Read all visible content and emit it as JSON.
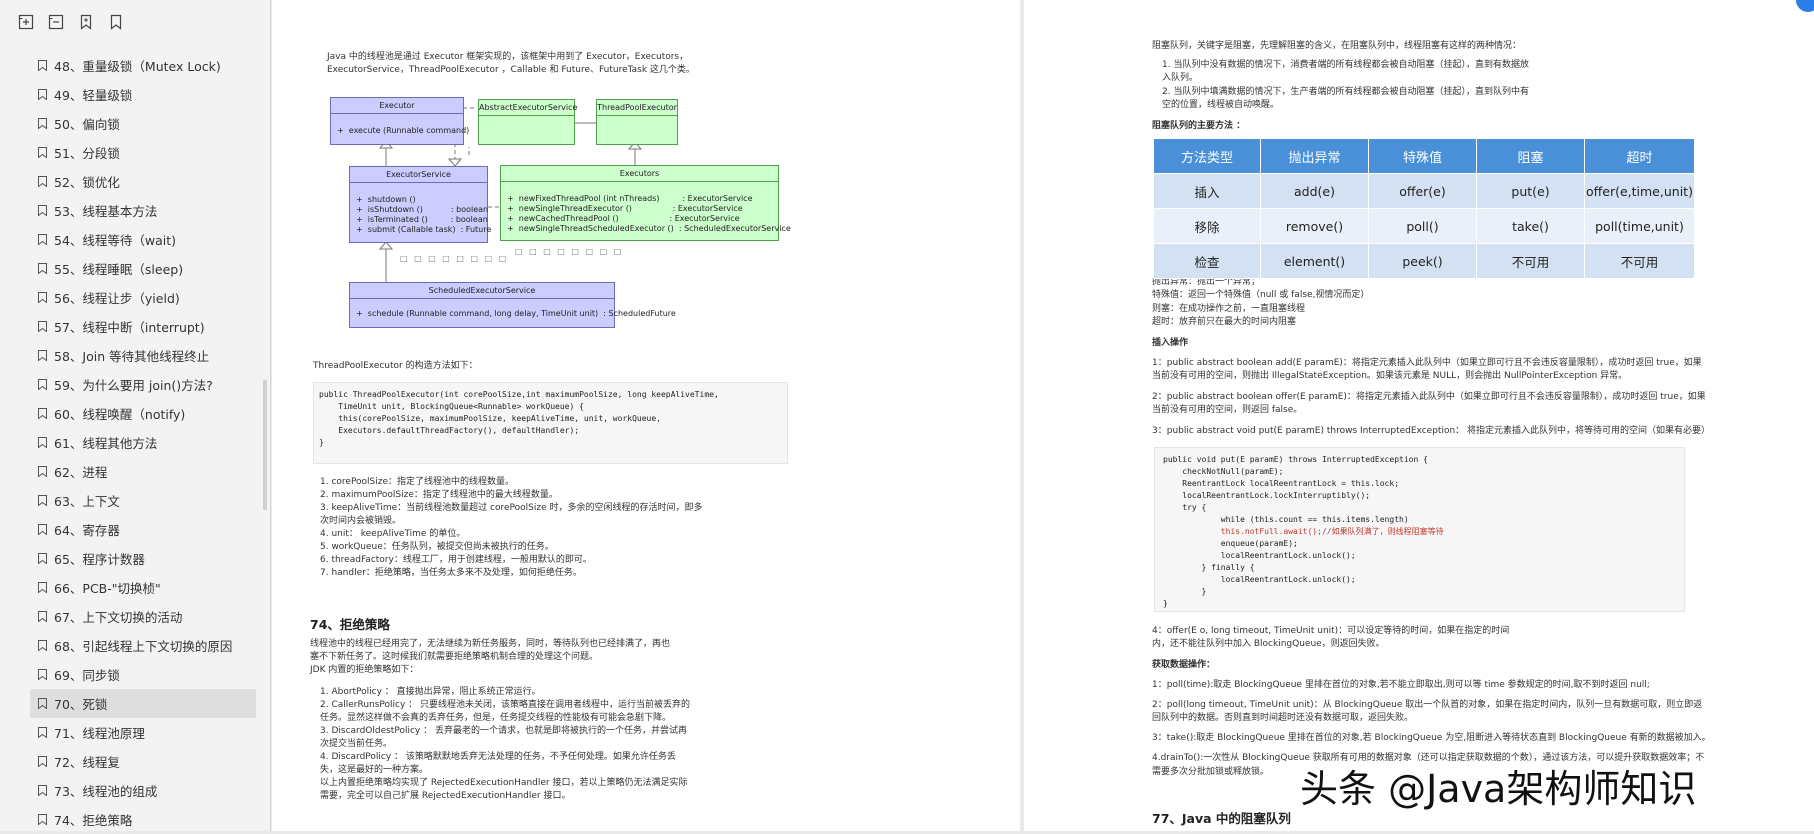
{
  "sidebar": {
    "toolbar_icons": [
      "expand-all-icon",
      "collapse-all-icon",
      "bookmark-add-icon",
      "bookmark-icon"
    ],
    "items": [
      {
        "label": "48、重量级锁（Mutex Lock)"
      },
      {
        "label": "49、轻量级锁"
      },
      {
        "label": "50、偏向锁"
      },
      {
        "label": "51、分段锁"
      },
      {
        "label": "52、锁优化"
      },
      {
        "label": "53、线程基本方法"
      },
      {
        "label": "54、线程等待（wait)"
      },
      {
        "label": "55、线程睡眠（sleep)"
      },
      {
        "label": "56、线程让步（yield)"
      },
      {
        "label": "57、线程中断（interrupt)"
      },
      {
        "label": "58、Join 等待其他线程终止"
      },
      {
        "label": "59、为什么要用 join()方法?"
      },
      {
        "label": "60、线程唤醒（notify)"
      },
      {
        "label": "61、线程其他方法"
      },
      {
        "label": "62、进程"
      },
      {
        "label": "63、上下文"
      },
      {
        "label": "64、寄存器"
      },
      {
        "label": "65、程序计数器"
      },
      {
        "label": "66、PCB-\"切换桢\""
      },
      {
        "label": "67、上下文切换的活动"
      },
      {
        "label": "68、引起线程上下文切换的原因"
      },
      {
        "label": "69、同步锁"
      },
      {
        "label": "70、死锁",
        "active": true
      },
      {
        "label": "71、线程池原理"
      },
      {
        "label": "72、线程复"
      },
      {
        "label": "73、线程池的组成"
      },
      {
        "label": "74、拒绝策略"
      }
    ]
  },
  "left_page": {
    "intro": [
      "Java 中的线程池是通过 Executor 框架实现的，该框架中用到了 Executor，Executors，",
      "ExecutorService，ThreadPoolExecutor ，Callable 和 Future、FutureTask 这几个类。"
    ],
    "uml": {
      "executor": {
        "title": "Executor",
        "body": "+  execute (Runnable command)"
      },
      "abstract": {
        "title": "AbstractExecutorService"
      },
      "tpe": {
        "title": "ThreadPoolExecutor"
      },
      "executor_service": {
        "title": "ExecutorService",
        "body": "+  shutdown ()\n+  isShutdown ()           : boolean\n+  isTerminated ()         : boolean\n+  submit (Callable task)  : Future"
      },
      "executors": {
        "title": "Executors",
        "body": "+  newFixedThreadPool (int nThreads)         : ExecutorService\n+  newSingleThreadExecutor ()                : ExecutorService\n+  newCachedThreadPool ()                    : ExecutorService\n+  newSingleThreadScheduledExecutor ()  : ScheduledExecutorService"
      },
      "scheduled": {
        "title": "ScheduledExecutorService",
        "body": "+  schedule (Runnable command, long delay, TimeUnit unit)  : ScheduledFuture"
      },
      "dots1": "□ □ □ □ □ □ □ □",
      "dots2": "□ □ □ □ □ □ □ □"
    },
    "ctor_label": "ThreadPoolExecutor 的构造方法如下：",
    "code": [
      "public ThreadPoolExecutor(int corePoolSize,int maximumPoolSize, long keepAliveTime,",
      "    TimeUnit unit, BlockingQueue<Runnable> workQueue) {",
      "",
      "    this(corePoolSize, maximumPoolSize, keepAliveTime, unit, workQueue,",
      "    Executors.defaultThreadFactory(), defaultHandler);",
      "}"
    ],
    "params": [
      "1. corePoolSize：指定了线程池中的线程数量。",
      "2. maximumPoolSize：指定了线程池中的最大线程数量。",
      "3. keepAliveTime：当前线程池数量超过 corePoolSize 时，多余的空闲线程的存活时间，即多",
      "    次时间内会被销毁。",
      "4. unit： keepAliveTime 的单位。",
      "5. workQueue：任务队列，被提交但尚未被执行的任务。",
      "6. threadFactory：线程工厂，用于创建线程，一般用默认的即可。",
      "7. handler：拒绝策略，当任务太多来不及处理，如何拒绝任务。"
    ],
    "section_title": "74、拒绝策略",
    "section_body": [
      "线程池中的线程已经用完了，无法继续为新任务服务，同时，等待队列也已经排满了，再也",
      "塞不下新任务了。这时候我们就需要拒绝策略机制合理的处理这个问题。",
      "JDK 内置的拒绝策略如下："
    ],
    "policies": [
      "1. AbortPolicy ： 直接抛出异常，阻止系统正常运行。",
      "2. CallerRunsPolicy ： 只要线程池未关闭，该策略直接在调用者线程中，运行当前被丢弃的",
      "    任务。显然这样做不会真的丢弃任务，但是，任务提交线程的性能极有可能会急剧下降。",
      "3. DiscardOldestPolicy ： 丢弃最老的一个请求，也就是即将被执行的一个任务，并尝试再",
      "    次提交当前任务。",
      "4. DiscardPolicy ： 该策略默默地丢弃无法处理的任务，不予任何处理。如果允许任务丢",
      "    失，这是最好的一种方案。",
      "    以上内置拒绝策略均实现了 RejectedExecutionHandler 接口，若以上策略仍无法满足实际",
      "    需要，完全可以自己扩展 RejectedExecutionHandler 接口。"
    ]
  },
  "right_page": {
    "intro": [
      "阻塞队列，关键字是阻塞，先理解阻塞的含义，在阻塞队列中，线程阻塞有这样的两种情况：",
      "1. 当队列中没有数据的情况下，消费者端的所有线程都会被自动阻塞（挂起），直到有数据放",
      "    入队列。",
      "2. 当队列中填满数据的情况下，生产者端的所有线程都会被自动阻塞（挂起），直到队列中有",
      "    空的位置，线程被自动唤醒。"
    ],
    "methods_title": "阻塞队列的主要方法 ：",
    "table": {
      "headers": [
        "方法类型",
        "抛出异常",
        "特殊值",
        "阻塞",
        "超时"
      ],
      "rows": [
        [
          "插入",
          "add(e)",
          "offer(e)",
          "put(e)",
          "offer(e,time,unit)"
        ],
        [
          "移除",
          "remove()",
          "poll()",
          "take()",
          "poll(time,unit)"
        ],
        [
          "检查",
          "element()",
          "peek()",
          "不可用",
          "不可用"
        ]
      ]
    },
    "notes": [
      "抛出异常：抛出一个异常；",
      "特殊值：返回一个特殊值（null 或 false,视情况而定）",
      "则塞：在成功操作之前，一直阻塞线程",
      "超时：放弃前只在最大的时间内阻塞"
    ],
    "insert_title": "插入操作",
    "insert_items": [
      "1：public abstract boolean add(E paramE)：将指定元素插入此队列中（如果立即可行且不会违反容量限制），成功时返回 true，如果",
      "当前没有可用的空间，则抛出 IllegalStateException。如果该元素是 NULL，则会抛出 NullPointerException 异常。",
      "2：public abstract boolean offer(E paramE)：将指定元素插入此队列中（如果立即可行且不会违反容量限制），成功时返回 true，如果",
      "当前没有可用的空间，则返回 false。",
      "3：public abstract void put(E paramE) throws InterruptedException： 将指定元素插入此队列中，将等待可用的空间（如果有必要）"
    ],
    "code": [
      "public void put(E paramE) throws InterruptedException {",
      "    checkNotNull(paramE);",
      "    ReentrantLock localReentrantLock = this.lock;",
      "    localReentrantLock.lockInterruptibly();",
      "    try {",
      "            while (this.count == this.items.length)",
      "            this.notFull.await();//如果队列满了，则线程阻塞等待",
      "            enqueue(paramE);",
      "            localReentrantLock.unlock();",
      "        } finally {",
      "            localReentrantLock.unlock();",
      "        }",
      "}"
    ],
    "offer_note": [
      "4：offer(E o, long timeout, TimeUnit unit)：可以设定等待的时间，如果在指定的时间",
      "内，还不能往队列中加入 BlockingQueue，则返回失败。"
    ],
    "fetch_title": "获取数据操作：",
    "fetch_items": [
      "1：poll(time):取走 BlockingQueue 里排在首位的对象,若不能立即取出,则可以等 time 参数规定的时间,取不到时返回 null;",
      "2：poll(long timeout, TimeUnit unit)：从 BlockingQueue 取出一个队首的对象，如果在指定时间内，队列一旦有数据可取，则立即返",
      "回队列中的数据。否则直到时间超时还没有数据可取，返回失败。",
      "3：take():取走 BlockingQueue 里排在首位的对象,若 BlockingQueue 为空,阻断进入等待状态直到 BlockingQueue 有新的数据被加入。",
      "4.drainTo():一次性从 BlockingQueue 获取所有可用的数据对象（还可以指定获取数据的个数），通过该方法，可以提升获取数据效率；不",
      "需要多次分批加锁或释放锁。"
    ],
    "section_title": "77、Java 中的阻塞队列"
  },
  "watermark": "头条 @Java架构师知识"
}
